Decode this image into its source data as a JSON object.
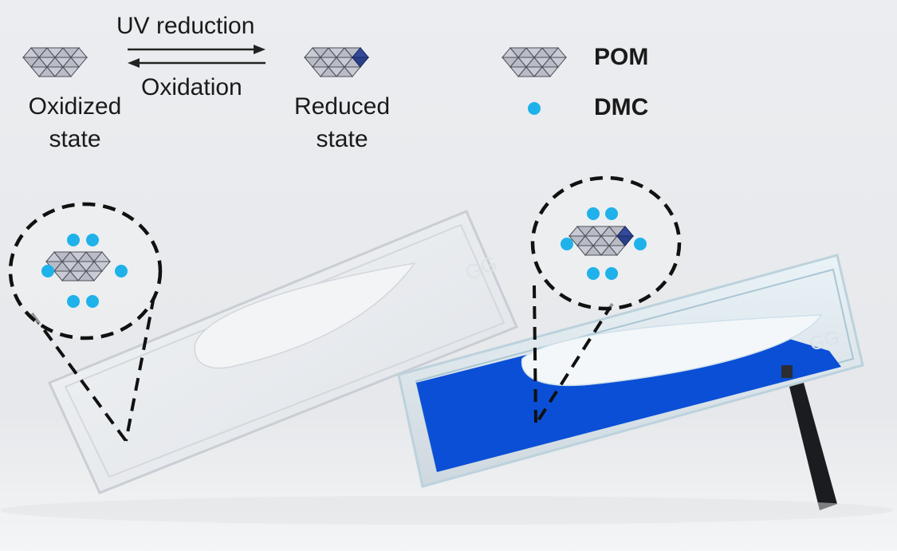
{
  "arrows": {
    "forward_label": "UV reduction",
    "reverse_label": "Oxidation"
  },
  "states": {
    "oxidized": {
      "line1": "Oxidized",
      "line2": "state"
    },
    "reduced": {
      "line1": "Reduced",
      "line2": "state"
    }
  },
  "legend": {
    "pom_label": "POM",
    "dmc_label": "DMC"
  },
  "cuvettes": {
    "left": {
      "engraving": "GG",
      "solution": "clear"
    },
    "right": {
      "engraving": "GG",
      "solution": "blue"
    }
  },
  "colors": {
    "dmc": "#1fb2ea",
    "pom_fill": "#b9bcc6",
    "pom_reduced": "#2a3f8a",
    "blue_solution": "#0a4fd6",
    "background": "#e9ebee"
  }
}
